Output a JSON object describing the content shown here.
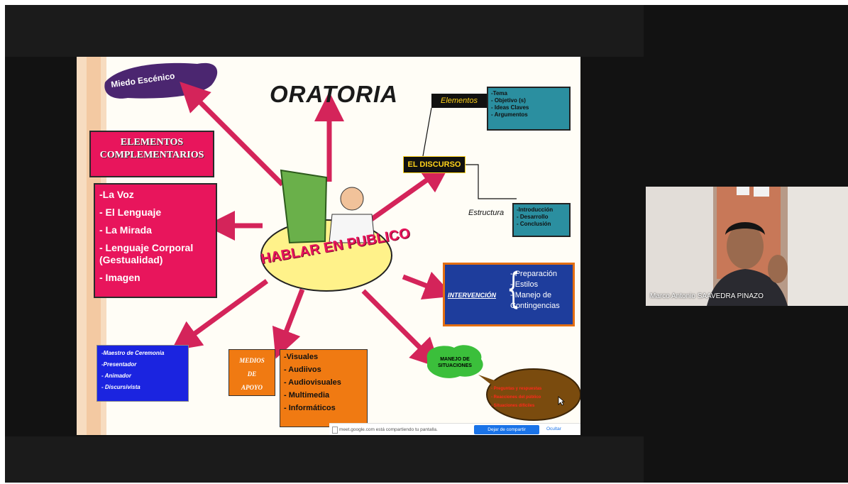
{
  "slide": {
    "title": "ORATORIA",
    "miedo": "Miedo Escénico",
    "center_label": "HABLAR EN PUBLICO",
    "elementos_complementarios": {
      "title_lines": [
        "ELEMENTOS",
        "COMPLEMENTARIOS"
      ],
      "items": [
        "-La Voz",
        "- El Lenguaje",
        "- La Mirada",
        "- Lenguaje Corporal (Gestualidad)",
        "- Imagen"
      ]
    },
    "discurso": {
      "label": "EL DISCURSO",
      "elementos_label": "Elementos",
      "elementos_items": [
        "-Tema",
        "- Objetivo (s)",
        "- Ideas Claves",
        "- Argumentos"
      ],
      "estructura_label": "Estructura",
      "estructura_items": [
        "-Introducción",
        "- Desarrollo",
        "- Conclusión"
      ]
    },
    "intervencion": {
      "label": "INTERVENCIÓN",
      "items": [
        "- Preparación",
        "- Estilos",
        "- Manejo de",
        "Contingencias"
      ]
    },
    "roles": [
      "-Maestro de Ceremonia",
      "-Presentador",
      "- Animador",
      "- Discursivista"
    ],
    "medios": {
      "title_lines": [
        "MEDIOS",
        "DE",
        "APOYO"
      ],
      "items": [
        "-Visuales",
        "- Audiivos",
        "- Audiovisuales",
        "- Multimedia",
        "- Informáticos"
      ]
    },
    "manejo": {
      "label_lines": [
        "MANEJO DE",
        "SITUACIONES"
      ],
      "bubble_items": [
        "- Preguntas y respuestas",
        "- Reacciones del público",
        "- Situaciones difíciles"
      ]
    },
    "share_bar": {
      "message": "meet.google.com está compartiendo tu pantalla.",
      "stop_label": "Dejar de compartir",
      "hide_label": "Ocultar"
    }
  },
  "participant": {
    "name": "Marco Antonio SAAVEDRA PINAZO"
  },
  "colors": {
    "pink": "#e8155c",
    "teal": "#2b8fa0",
    "blue": "#1e3d9c",
    "orange": "#f07a12",
    "arrow": "#d4245a"
  }
}
